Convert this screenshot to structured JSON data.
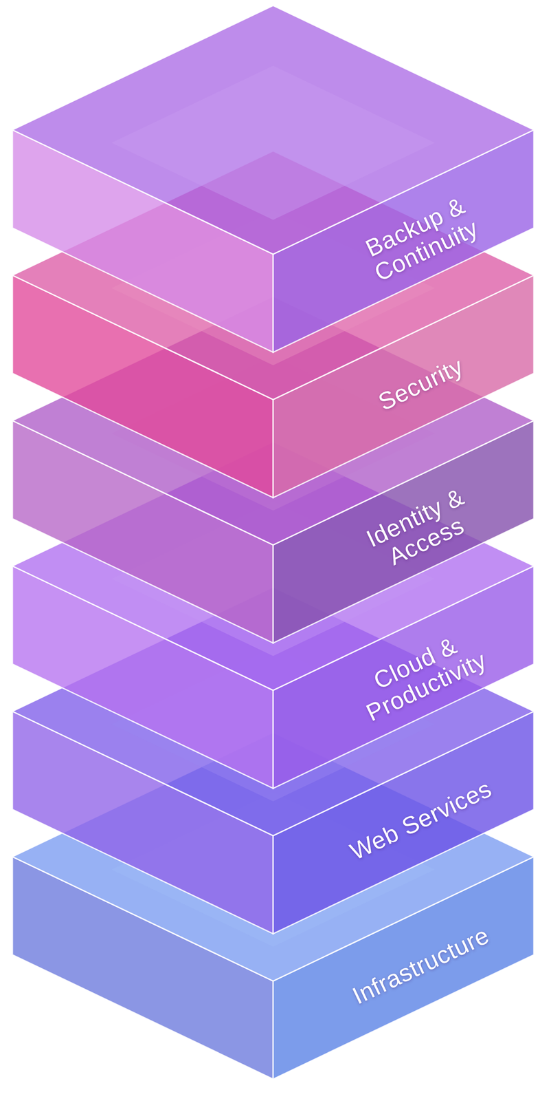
{
  "diagram": {
    "nodes": [
      {
        "text": [
          "Backup & Continuity"
        ]
      },
      {
        "text": [
          "Security"
        ]
      },
      {
        "text": [
          "Identity & Access"
        ]
      },
      {
        "text": [
          "Cloud & Productivity"
        ]
      },
      {
        "text": [
          "Web Services"
        ]
      },
      {
        "text": [
          "Infrastructure"
        ]
      }
    ]
  }
}
